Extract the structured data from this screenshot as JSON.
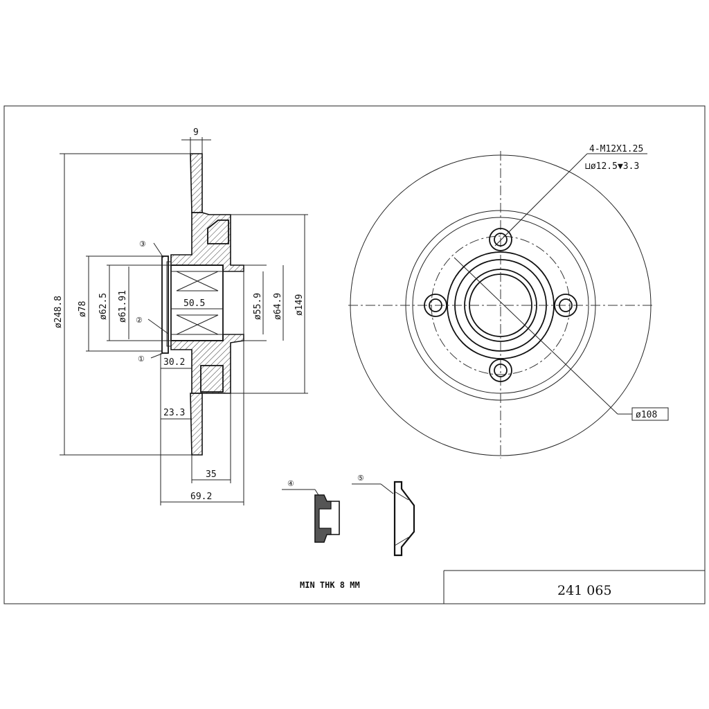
{
  "dimensions": {
    "flange_thickness": "9",
    "disc_diameter": "ø248.8",
    "d78": "ø78",
    "d62_5": "ø62.5",
    "d61_91": "ø61.91",
    "bearing_length": "50.5",
    "d55_9": "ø55.9",
    "d64_9": "ø64.9",
    "d149": "ø149",
    "d30_2": "30.2",
    "d23_3": "23.3",
    "d35": "35",
    "d69_2": "69.2"
  },
  "callouts": {
    "thread": "4-M12X1.25",
    "counterbore": "⊔ø12.5▼3.3",
    "pcd": "ø108"
  },
  "balloons": [
    "①",
    "②",
    "③",
    "④",
    "⑤"
  ],
  "footer": {
    "note": "MIN THK 8 MM",
    "part_number": "241 065"
  }
}
